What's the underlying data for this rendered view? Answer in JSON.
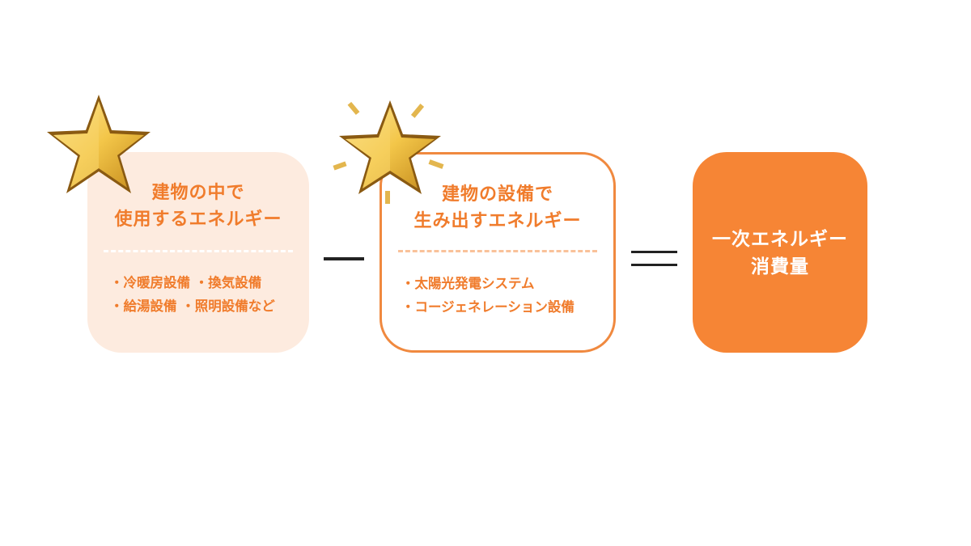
{
  "boxes": {
    "used": {
      "title_line1": "建物の中で",
      "title_line2": "使用するエネルギー",
      "items": [
        "・冷暖房設備 ・換気設備",
        "・給湯設備 ・照明設備など"
      ]
    },
    "generated": {
      "title_line1": "建物の設備で",
      "title_line2": "生み出すエネルギー",
      "items": [
        "・太陽光発電システム",
        "・コージェネレーション設備"
      ]
    },
    "result": {
      "title_line1": "一次エネルギー",
      "title_line2": "消費量"
    }
  },
  "operators": {
    "minus": "−",
    "equals": "="
  },
  "colors": {
    "accent": "#f07c2c",
    "result_fill": "#f68535",
    "used_fill": "#fdebdf",
    "star_gold": "#f5c84a"
  },
  "icons": {
    "star1": "star-icon",
    "star2": "sparkle-star-icon"
  }
}
